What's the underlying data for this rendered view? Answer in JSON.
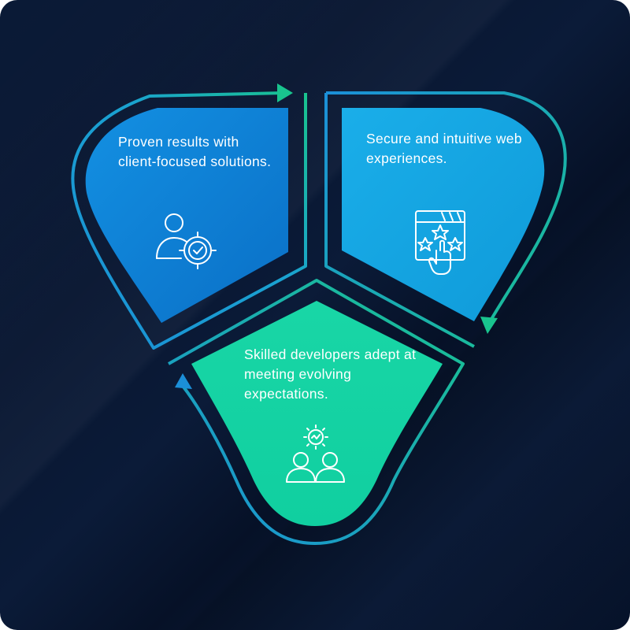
{
  "segments": [
    {
      "id": "left",
      "text": "Proven results with client-focused solutions.",
      "icon": "user-target-icon",
      "color": "#0a7fd4"
    },
    {
      "id": "right",
      "text": "Secure and intuitive web experiences.",
      "icon": "rating-click-icon",
      "color": "#17a6e6"
    },
    {
      "id": "bottom",
      "text": "Skilled developers adept at meeting evolving expectations.",
      "icon": "team-gear-icon",
      "color": "#14d3a3"
    }
  ],
  "colors": {
    "background": "#0a1a36",
    "outline_blue": "#1b9bd8",
    "outline_green": "#19c48e"
  }
}
